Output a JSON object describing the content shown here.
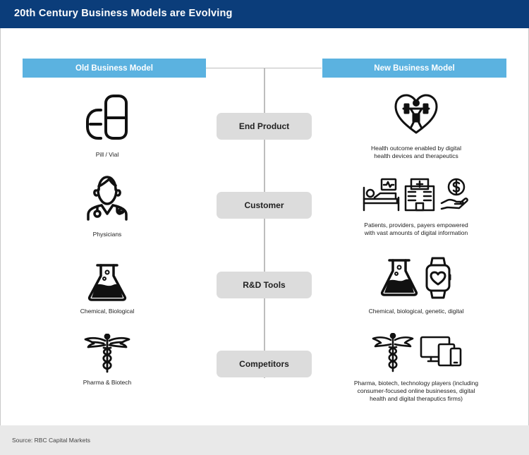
{
  "header": {
    "title": "20th Century Business Models are Evolving"
  },
  "columns": {
    "old": "Old Business Model",
    "new": "New Business Model"
  },
  "stages": [
    "End Product",
    "Customer",
    "R&D Tools",
    "Competitors"
  ],
  "old_items": [
    {
      "icon": "pill-vial-icon",
      "caption": "Pill / Vial"
    },
    {
      "icon": "physician-icon",
      "caption": "Physicians"
    },
    {
      "icon": "flask-icon",
      "caption": "Chemical, Biological"
    },
    {
      "icon": "caduceus-icon",
      "caption": "Pharma & Biotech"
    }
  ],
  "new_items": [
    {
      "icon": "heart-fitness-icon",
      "caption_lines": [
        "Health outcome enabled by digital",
        "health devices and therapeutics"
      ]
    },
    {
      "icon": "hospital-money-icon",
      "caption_lines": [
        "Patients, providers, payers empowered",
        "with vast amounts of digital information"
      ]
    },
    {
      "icon": "flask-smartwatch-icon",
      "caption_lines": [
        "Chemical, biological, genetic, digital"
      ]
    },
    {
      "icon": "caduceus-devices-icon",
      "caption_lines": [
        "Pharma, biotech, technology players (including",
        "consumer-focused online businesses, digital",
        "health and digital theraputics  firms)"
      ]
    }
  ],
  "footer": {
    "source": "Source: RBC Capital Markets"
  },
  "colors": {
    "header_bg": "#0b3d7a",
    "accent": "#5bb2e0",
    "stage_bg": "#dcdcdc",
    "footer_bg": "#e9e9e9"
  }
}
